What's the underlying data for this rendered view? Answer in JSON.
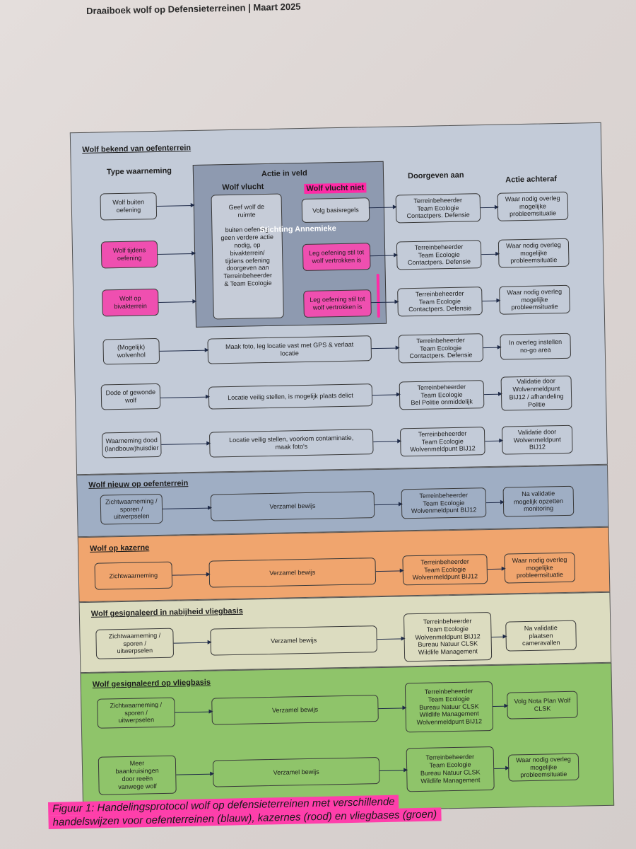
{
  "doc_header": "Draaiboek wolf op Defensieterreinen | Maart 2025",
  "watermark": "Stichting Annemieke",
  "caption": {
    "line1": "Figuur 1: Handelingsprotocol wolf op defensieterreinen met verschillende",
    "line2": "handelswijzen voor oefenterreinen (blauw), kazernes (rood) en vliegbases (groen)"
  },
  "colors": {
    "highlight": "#ff2aa6",
    "blue": "#c3cbd8",
    "orange": "#f0a56e",
    "green": "#8fc46a"
  },
  "sections": {
    "s1": {
      "title": "Wolf bekend van oefenterrein",
      "col_type": "Type waarneming",
      "col_actie": "Actie in veld",
      "col_vlucht": "Wolf vlucht",
      "col_vlucht_niet": "Wolf vlucht niet",
      "col_doorgeven": "Doorgeven aan",
      "col_achteraf": "Actie achteraf",
      "obs1": "Wolf buiten\noefening",
      "obs2": "Wolf tijdens\noefening",
      "obs3": "Wolf op\nbivakterrein",
      "vlucht_text": "Geef wolf de\nruimte\n\nbuiten oefening\ngeen verdere actie\nnodig, op\nbivakterrein/\ntijdens oefening\ndoorgeven aan\nTerreinbeheerder\n& Team Ecologie",
      "vn1": "Volg basisregels",
      "vn2": "Leg oefening stil tot\nwolf vertrokken is",
      "vn3": "Leg oefening stil tot\nwolf vertrokken is",
      "dg1": "Terreinbeheerder\nTeam Ecologie\nContactpers. Defensie",
      "dg2": "Terreinbeheerder\nTeam Ecologie\nContactpers. Defensie",
      "dg3": "Terreinbeheerder\nTeam Ecologie\nContactpers. Defensie",
      "aa1": "Waar nodig overleg\nmogelijke\nprobleemsituatie",
      "aa2": "Waar nodig overleg\nmogelijke\nprobleemsituatie",
      "aa3": "Waar nodig overleg\nmogelijke\nprobleemsituatie",
      "obs4": "(Mogelijk)\nwolvenhol",
      "act4": "Maak foto, leg locatie vast met GPS & verlaat\nlocatie",
      "dg4": "Terreinbeheerder\nTeam Ecologie\nContactpers. Defensie",
      "aa4": "In overleg instellen\nno-go area",
      "obs5": "Dode of gewonde\nwolf",
      "act5": "Locatie veilig stellen, is mogelijk plaats delict",
      "dg5": "Terreinbeheerder\nTeam Ecologie\nBel Politie onmiddelijk",
      "aa5": "Validatie door\nWolvenmeldpunt\nBIJ12 / afhandeling\nPolitie",
      "obs6": "Waarneming dood\n(landbouw)huisdier",
      "act6": "Locatie veilig stellen, voorkom contaminatie,\nmaak foto's",
      "dg6": "Terreinbeheerder\nTeam Ecologie\nWolvenmeldpunt BIJ12",
      "aa6": "Validatie door\nWolvenmeldpunt\nBIJ12"
    },
    "s2": {
      "title": "Wolf nieuw op oefenterrein",
      "obs": "Zichtwaarneming /\nsporen /\nuitwerpselen",
      "act": "Verzamel bewijs",
      "dg": "Terreinbeheerder\nTeam Ecologie\nWolvenmeldpunt BIJ12",
      "aa": "Na validatie\nmogelijk opzetten\nmonitoring"
    },
    "s3": {
      "title": "Wolf op kazerne",
      "obs": "Zichtwaarneming",
      "act": "Verzamel bewijs",
      "dg": "Terreinbeheerder\nTeam Ecologie\nWolvenmeldpunt BIJ12",
      "aa": "Waar nodig overleg\nmogelijke\nprobleemsituatie"
    },
    "s4": {
      "title": "Wolf gesignaleerd in nabijheid vliegbasis",
      "obs": "Zichtwaarneming /\nsporen /\nuitwerpselen",
      "act": "Verzamel bewijs",
      "dg": "Terreinbeheerder\nTeam Ecologie\nWolvenmeldpunt BIJ12\nBureau Natuur CLSK\nWildlife Management",
      "aa": "Na validatie\nplaatsen\ncameravallen"
    },
    "s5": {
      "title": "Wolf gesignaleerd op vliegbasis",
      "obs1": "Zichtwaarneming /\nsporen /\nuitwerpselen",
      "act1": "Verzamel bewijs",
      "dg1": "Terreinbeheerder\nTeam Ecologie\nBureau Natuur CLSK\nWildlife Management\nWolvenmeldpunt BIJ12",
      "aa1": "Volg Nota Plan Wolf\nCLSK",
      "obs2": "Meer\nbaankruisingen\ndoor reeën\nvanwege wolf",
      "act2": "Verzamel bewijs",
      "dg2": "Terreinbeheerder\nTeam Ecologie\nBureau Natuur CLSK\nWildlife Management",
      "aa2": "Waar nodig overleg\nmogelijke\nprobleemsituatie"
    }
  }
}
